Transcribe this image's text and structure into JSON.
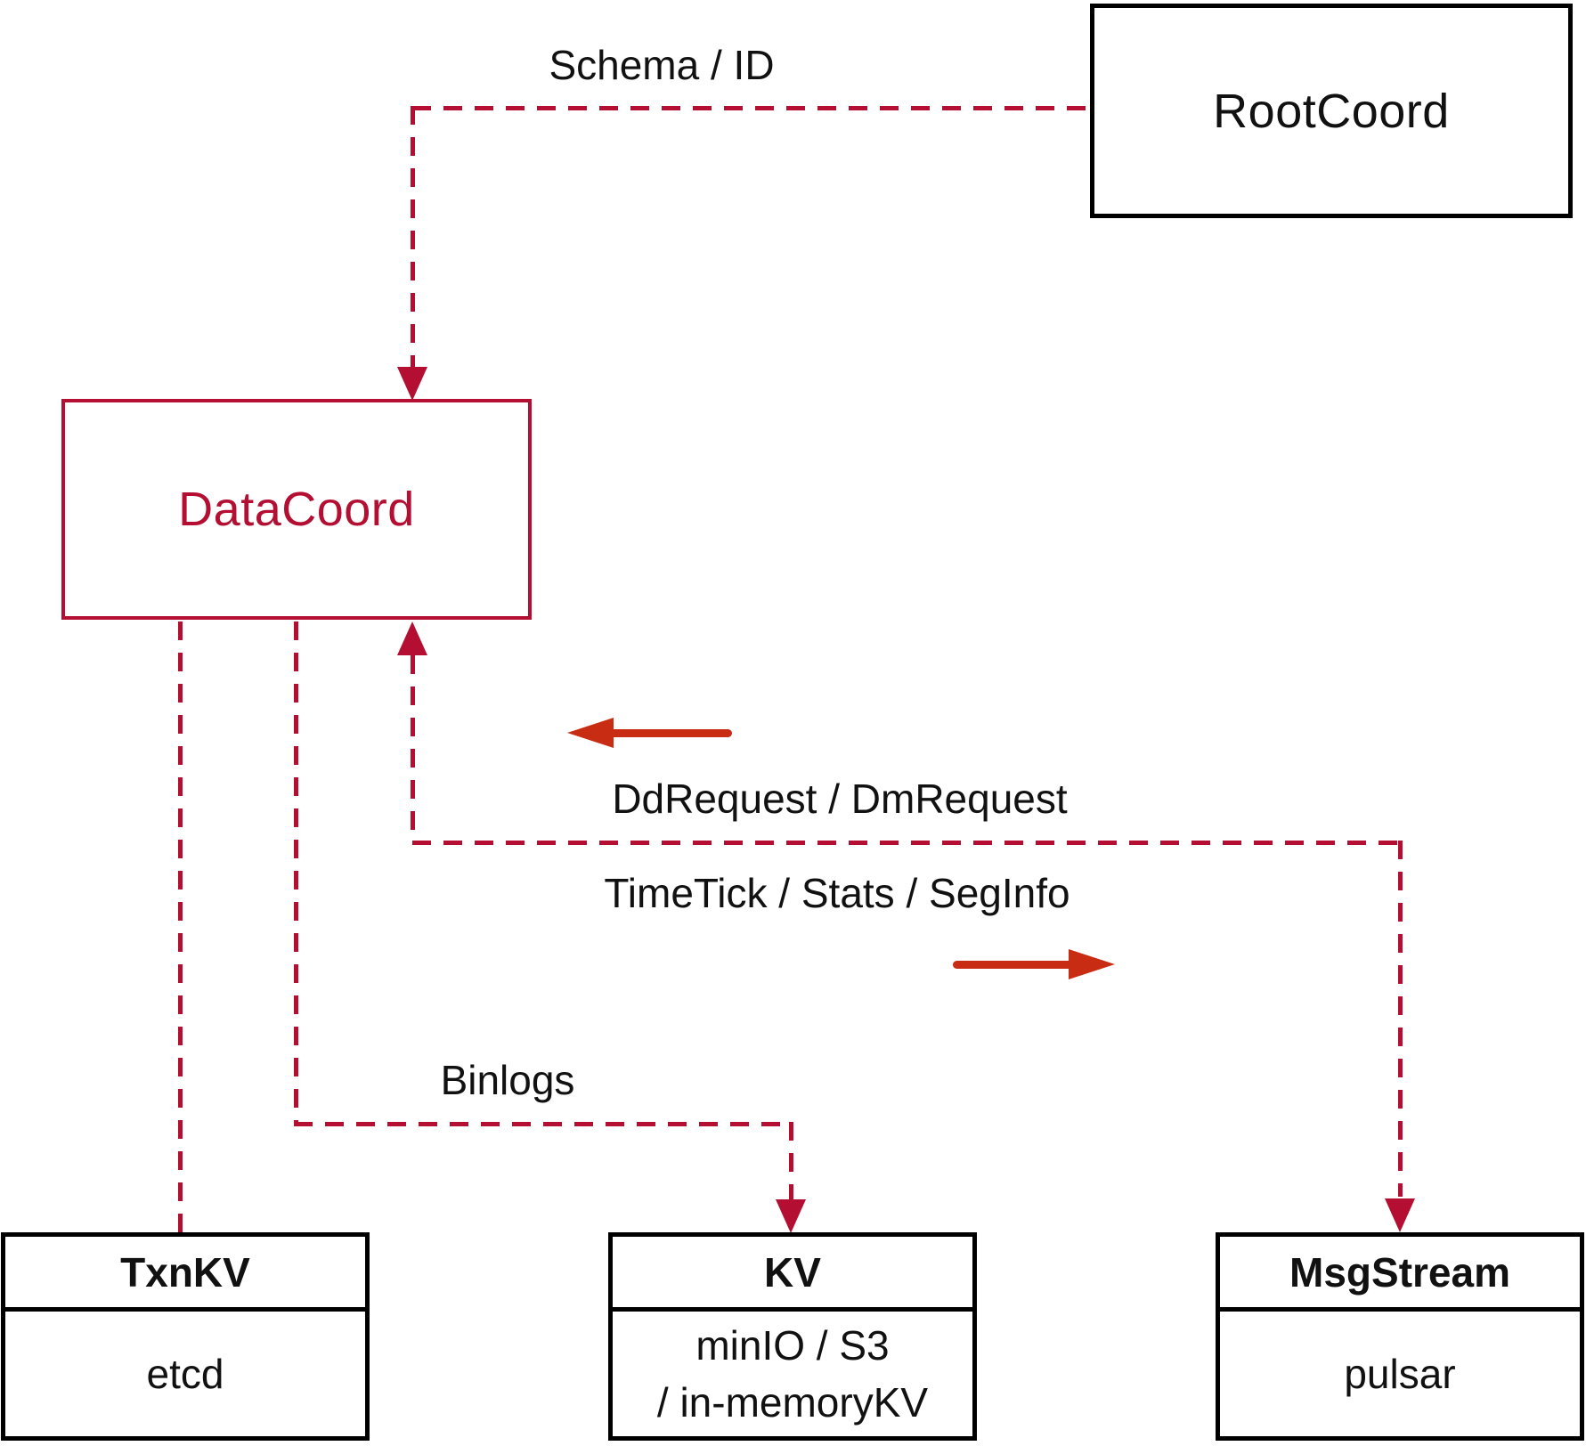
{
  "diagram": {
    "nodes": {
      "rootcoord": {
        "label": "RootCoord"
      },
      "datacoord": {
        "label": "DataCoord"
      },
      "txnkv": {
        "title": "TxnKV",
        "body": "etcd"
      },
      "kv": {
        "title": "KV",
        "body_line1": "minIO / S3",
        "body_line2": "/ in-memoryKV"
      },
      "msgstream": {
        "title": "MsgStream",
        "body": "pulsar"
      }
    },
    "edge_labels": {
      "schema_id": "Schema / ID",
      "dd_dm_request": "DdRequest / DmRequest",
      "timetick_stats_seginfo": "TimeTick / Stats / SegInfo",
      "binlogs": "Binlogs"
    },
    "colors": {
      "dashed_red": "#b40f32",
      "solid_arrow_red": "#c82d14",
      "text_black": "#111111",
      "background": "#ffffff"
    }
  }
}
